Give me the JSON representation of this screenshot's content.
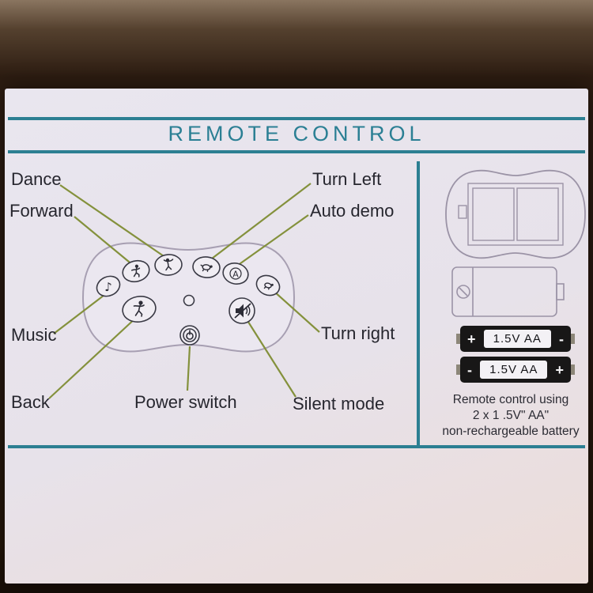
{
  "title": "REMOTE CONTROL",
  "labels": {
    "dance": "Dance",
    "forward": "Forward",
    "turn_left": "Turn Left",
    "auto_demo": "Auto demo",
    "music": "Music",
    "turn_right": "Turn right",
    "back": "Back",
    "power_switch": "Power switch",
    "silent_mode": "Silent mode"
  },
  "icons": {
    "music_note": "♪",
    "auto_demo_letter": "A"
  },
  "batteries": {
    "cell1": {
      "left_terminal": "+",
      "label": "1.5V AA",
      "right_terminal": "-"
    },
    "cell2": {
      "left_terminal": "-",
      "label": "1.5V AA",
      "right_terminal": "+"
    },
    "note_line1": "Remote control using",
    "note_line2": "2 x 1 .5V\" AA\"",
    "note_line3": "non-rechargeable battery"
  },
  "colors": {
    "teal": "#2c7f92",
    "leader_line": "#84913c",
    "paper": "#e8e4ed",
    "ink": "#26262e"
  }
}
